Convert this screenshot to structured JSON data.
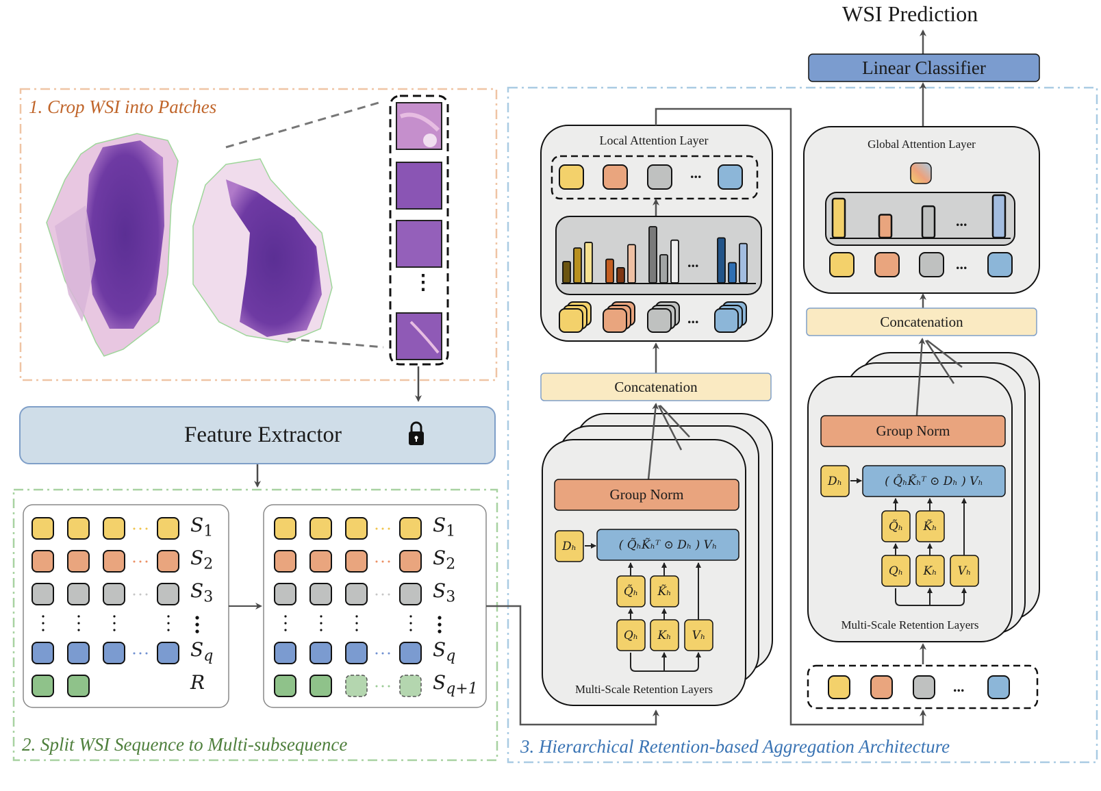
{
  "title": "WSI Prediction",
  "colors": {
    "yellow": "#f3d16b",
    "orange": "#e9a57e",
    "gray": "#bfc1c0",
    "blue_patch": "#7b9bd0",
    "blue_light": "#8cb6d8",
    "green": "#8fc28a",
    "green_light": "#b4d6af",
    "linear_classifier": "#7b9ccf",
    "concatenation": "#faeac2",
    "group_norm": "#e9a47e",
    "retention_formula": "#8cb6d8",
    "feature_extractor": "#cfdde8",
    "section1_border": "#efc4a4",
    "section2_border": "#a8d2a1",
    "section3_border": "#a9cbe3",
    "section1_text": "#c0652a",
    "section2_text": "#4e7f3c",
    "section3_text": "#3a74b4"
  },
  "sections": {
    "crop": {
      "title": "1. Crop WSI into Patches",
      "patches_ellipsis": "⋮"
    },
    "feature_extractor": {
      "label": "Feature Extractor",
      "icon": "lock-icon"
    },
    "split": {
      "title": "2. Split WSI Sequence to Multi-subsequence",
      "left_grid": {
        "rows": [
          {
            "color": "yellow",
            "label_base": "S",
            "label_sub": "1"
          },
          {
            "color": "orange",
            "label_base": "S",
            "label_sub": "2"
          },
          {
            "color": "gray",
            "label_base": "S",
            "label_sub": "3"
          },
          {
            "color": "blue",
            "label_base": "S",
            "label_sub": "q"
          },
          {
            "color": "green",
            "label_base": "R",
            "label_sub": ""
          }
        ]
      },
      "right_grid": {
        "rows": [
          {
            "color": "yellow",
            "label_base": "S",
            "label_sub": "1"
          },
          {
            "color": "orange",
            "label_base": "S",
            "label_sub": "2"
          },
          {
            "color": "gray",
            "label_base": "S",
            "label_sub": "3"
          },
          {
            "color": "blue",
            "label_base": "S",
            "label_sub": "q"
          },
          {
            "color": "green",
            "label_base": "S",
            "label_sub": "q+1"
          }
        ]
      }
    },
    "aggregation": {
      "title": "3. Hierarchical Retention-based Aggregation Architecture",
      "local_attention": {
        "label": "Local Attention Layer",
        "ellipsis": "..."
      },
      "global_attention": {
        "label": "Global Attention Layer",
        "ellipsis": "..."
      },
      "concatenation_label": "Concatenation",
      "group_norm_label": "Group Norm",
      "retention_layers_label": "Multi-Scale Retention Layers",
      "formula": "( Q̃ₕK̃ₕᵀ ⊙ Dₕ ) Vₕ",
      "symbols": {
        "D": "Dₕ",
        "Qt": "Q̃ₕ",
        "Kt": "K̃ₕ",
        "Q": "Qₕ",
        "K": "Kₕ",
        "V": "Vₕ"
      },
      "linear_classifier": "Linear Classifier"
    }
  }
}
